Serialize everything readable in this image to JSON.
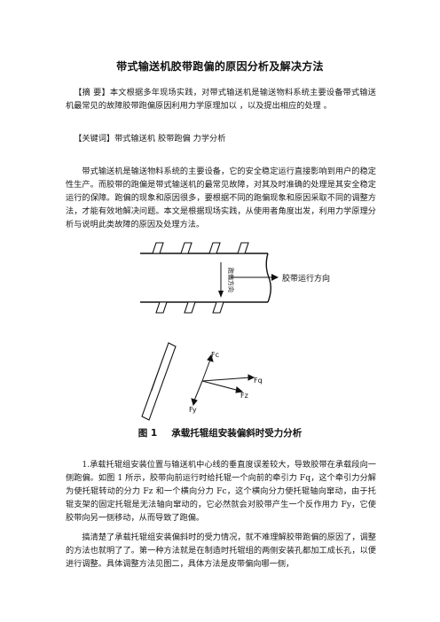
{
  "title": "带式输送机胶带跑偏的原因分析及解决方法",
  "abstract": "【摘 要】本文根据多年现场实践，对带式输送机是输送物料系统主要设备带式输送机最常见的故障胶带跑偏原因利用力学原理加以 ，以及提出相应的处理 。",
  "keywords": "【关键词】带式输送机 胶带跑偏 力学分析",
  "intro": "带式输送机是输送物料系统的主要设备，它的安全稳定运行直接影响到用户的稳定性生产。而胶带的跑偏是带式输送机的最常见故障，对其及时准确的处理是其安全稳定运行的保障。跑偏的现象和原因很多，要根据不同的跑偏现象和原因采取不同的调整方法，才能有效地解决问题。本文是根据现场实践，从使用者角度出发，利用力学原理分析与说明此类故障的原因及处理方法。",
  "figure": {
    "direction_label": "胶带运行方向",
    "side_label": "跑偏方向",
    "force_labels": {
      "fc": "Fc",
      "fq": "Fq",
      "fz": "Fz",
      "fy": "Fy"
    },
    "caption_num": "图 1",
    "caption_text": "承载托辊组安装偏斜时受力分析"
  },
  "para1": "1.承载托辊组安装位置与输送机中心线的垂直度误差较大，导致胶带在承载段向一侧跑偏。如图 1 所示，胶带向前运行时给托辊一个向前的牵引力 Fq，这个牵引力分解为使托辊转动的分力 Fz 和一个横向分力 Fc，这个横向分力使托辊轴向窜动，由于托辊支架的固定托辊是无法轴向窜动的，它必然就会对胶带产生一个反作用力 Fy，它使胶带向另一侧移动，从而导致了跑偏。",
  "para2": "搞清楚了承载托辊组安装偏斜时的受力情况，就不难理解胶带跑偏的原因了，调整的方法也就明了了。第一种方法就是在制造时托辊组的两侧安装孔都加工成长孔，以便进行调整。具体调整方法见图二，具体方法是皮带偏向哪一侧，"
}
